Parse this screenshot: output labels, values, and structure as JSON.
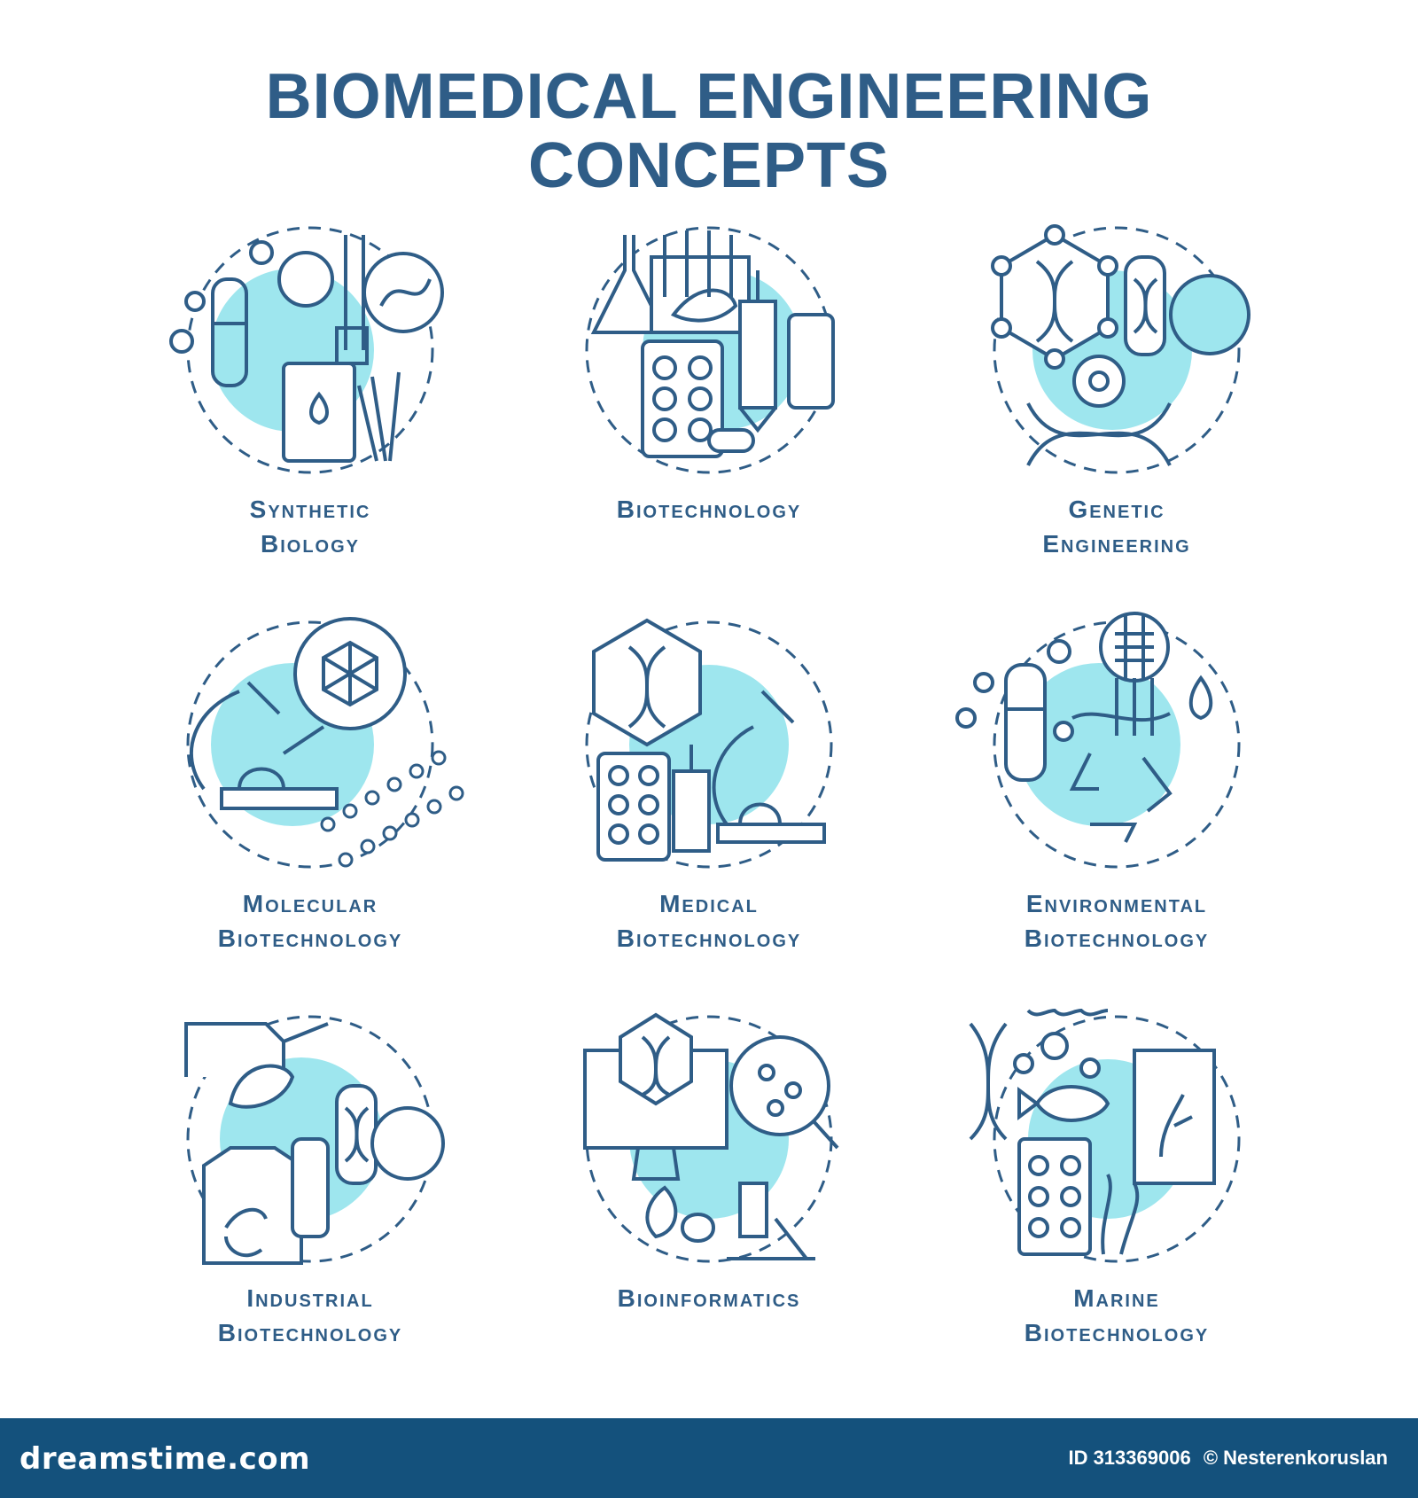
{
  "title": {
    "line1": "Biomedical engineering",
    "line2": "concepts"
  },
  "concepts": [
    {
      "line1": "Synthetic",
      "line2": "Biology"
    },
    {
      "line1": "Biotechnology",
      "line2": ""
    },
    {
      "line1": "Genetic",
      "line2": "Engineering"
    },
    {
      "line1": "Molecular",
      "line2": "Biotechnology"
    },
    {
      "line1": "Medical",
      "line2": "Biotechnology"
    },
    {
      "line1": "Environmental",
      "line2": "Biotechnology"
    },
    {
      "line1": "Industrial",
      "line2": "Biotechnology"
    },
    {
      "line1": "Bioinformatics",
      "line2": ""
    },
    {
      "line1": "Marine",
      "line2": "Biotechnology"
    }
  ],
  "footer": {
    "brand": "dreamstime.com",
    "id_text": "ID 313369006",
    "author": "© Nesterenkoruslan"
  },
  "colors": {
    "primary": "#2f5d87",
    "accent_fill": "#9ee6ee",
    "footer_bg": "#14517c"
  }
}
